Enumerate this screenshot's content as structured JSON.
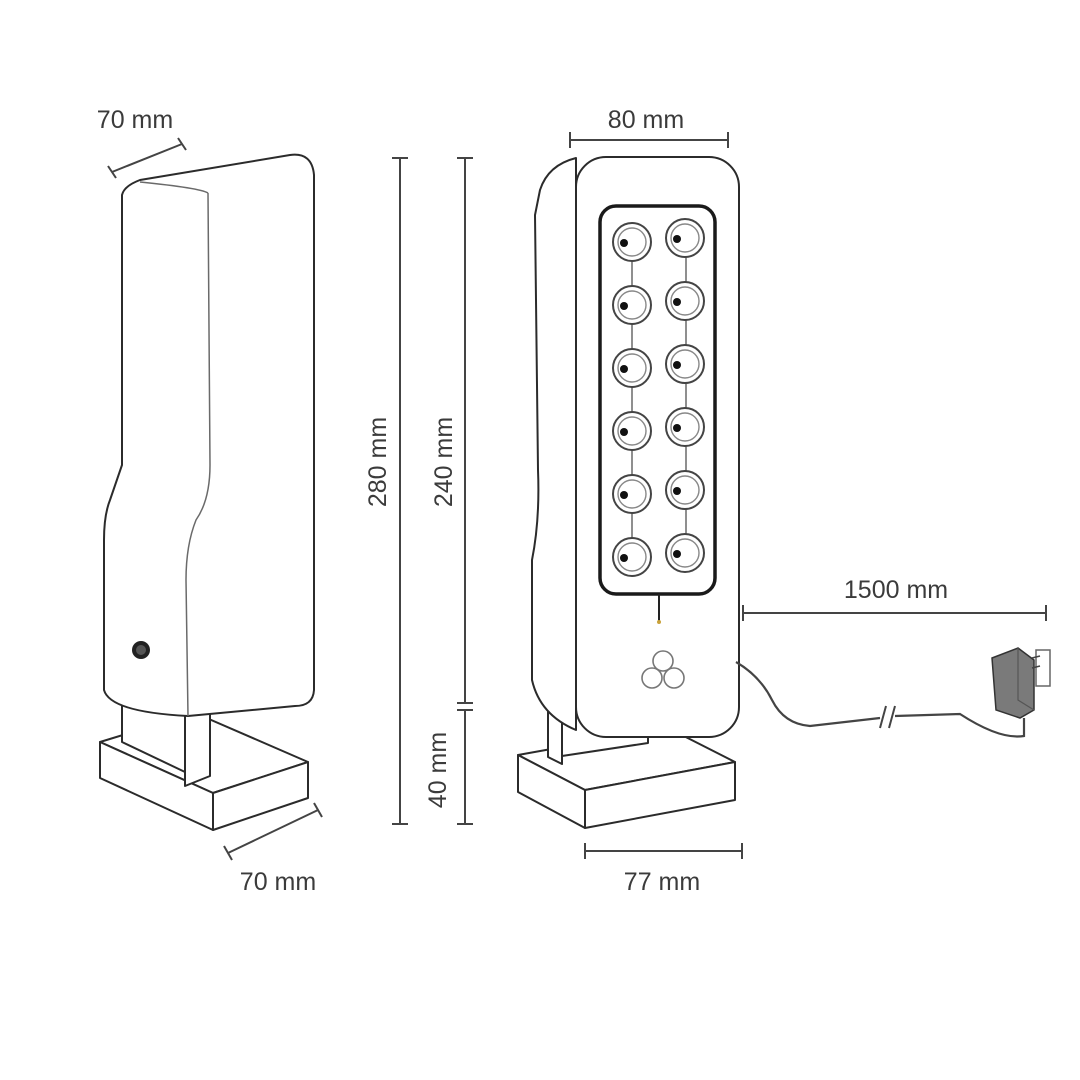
{
  "dimensions": {
    "side_depth_top": "70 mm",
    "side_depth_base": "70 mm",
    "total_height": "280  mm",
    "body_height": "240  mm",
    "stand_height": "40 mm",
    "front_width_top": "80 mm",
    "front_width_base": "77 mm",
    "cable_length": "1500 mm"
  },
  "nozzles": {
    "columns": 2,
    "rows": 6
  },
  "colors": {
    "line": "#2b2b2b",
    "text": "#3b3b3b",
    "background": "#ffffff"
  },
  "icons": [
    "three-circle-logo-icon",
    "power-adapter-icon",
    "nozzle-icon"
  ]
}
